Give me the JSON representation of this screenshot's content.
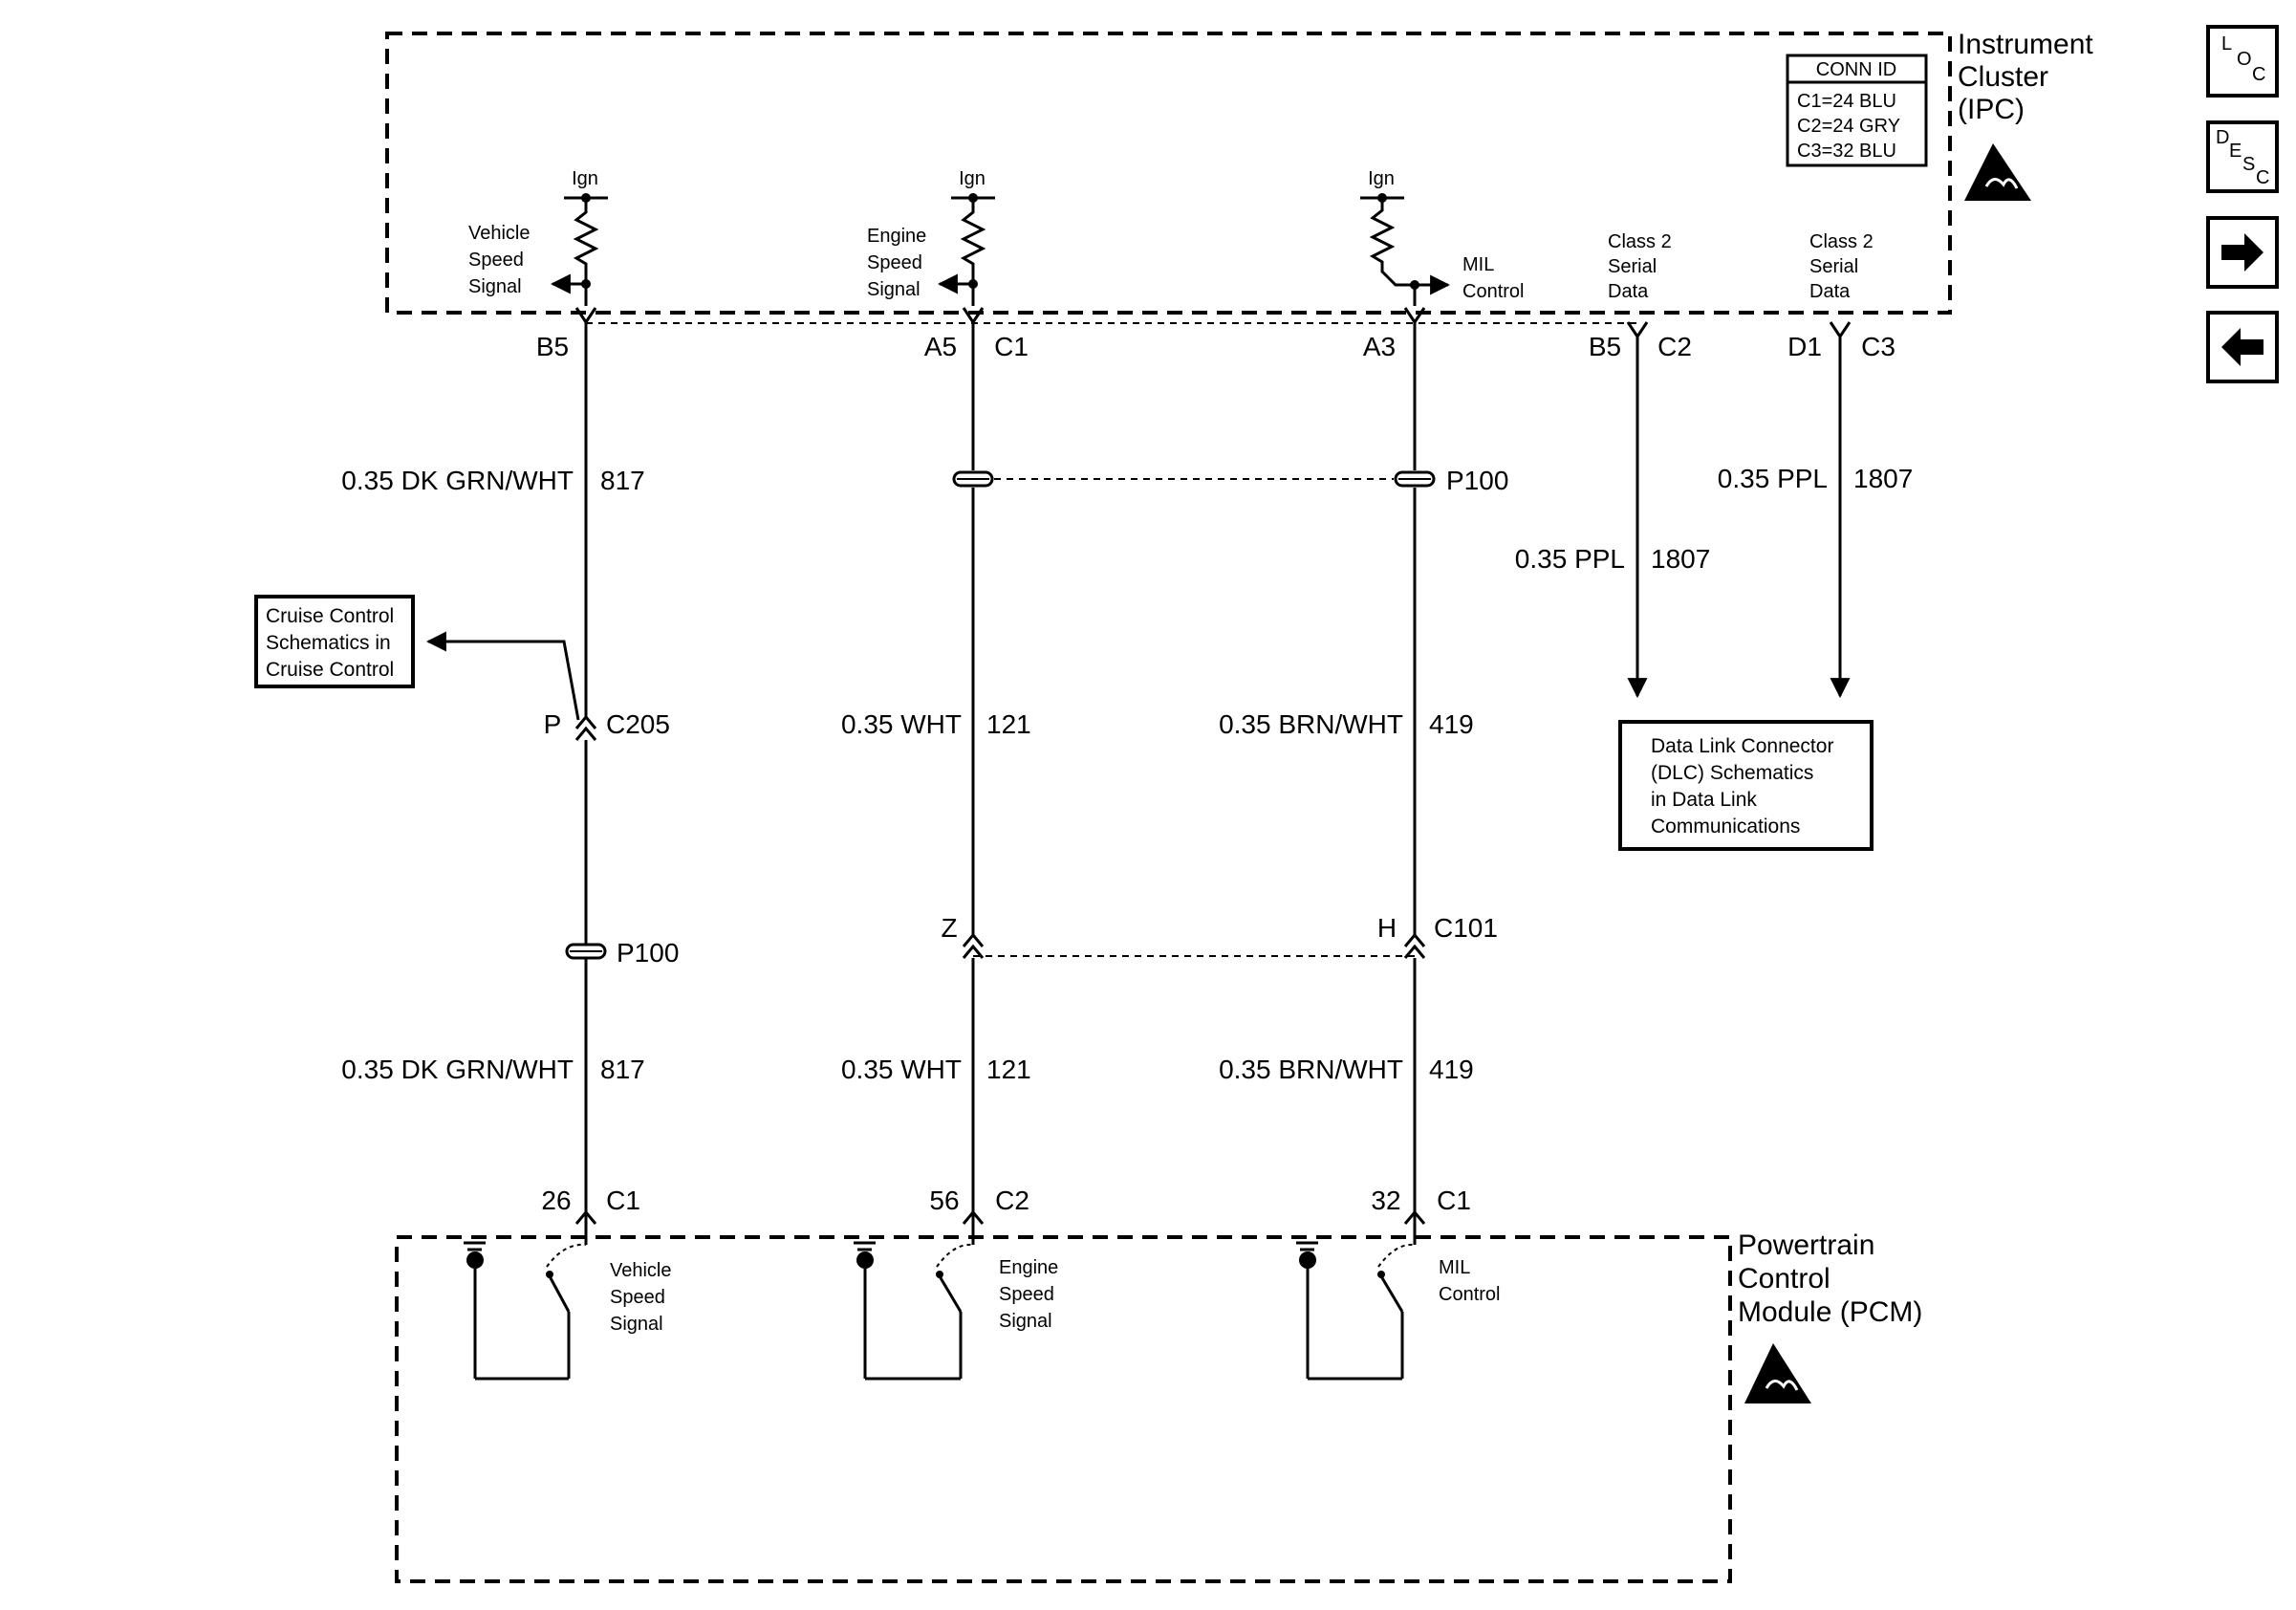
{
  "modules": {
    "ipc": {
      "name_lines": [
        "Instrument",
        "Cluster",
        "(IPC)"
      ]
    },
    "pcm": {
      "name_lines": [
        "Powertrain",
        "Control",
        "Module (PCM)"
      ]
    }
  },
  "conn_id": {
    "title": "CONN ID",
    "lines": [
      "C1=24 BLU",
      "C2=24 GRY",
      "C3=32 BLU"
    ]
  },
  "nav": {
    "loc": {
      "letters": [
        "L",
        "O",
        "C"
      ]
    },
    "desc": {
      "letters": [
        "D",
        "E",
        "S",
        "C"
      ]
    },
    "forward_icon": "arrow-right-icon",
    "back_icon": "arrow-left-icon"
  },
  "ipc_circuits": [
    {
      "ign": "Ign",
      "signal_lines": [
        "Vehicle",
        "Speed",
        "Signal"
      ]
    },
    {
      "ign": "Ign",
      "signal_lines": [
        "Engine",
        "Speed",
        "Signal"
      ]
    },
    {
      "ign": "Ign",
      "signal_lines": [
        "MIL",
        "Control"
      ]
    },
    {
      "signal_lines": [
        "Class 2",
        "Serial",
        "Data"
      ]
    },
    {
      "signal_lines": [
        "Class 2",
        "Serial",
        "Data"
      ]
    }
  ],
  "ipc_pins": [
    {
      "pin": "B5",
      "conn": ""
    },
    {
      "pin": "A5",
      "conn": "C1"
    },
    {
      "pin": "A3",
      "conn": ""
    },
    {
      "pin": "B5",
      "conn": "C2"
    },
    {
      "pin": "D1",
      "conn": "C3"
    }
  ],
  "wires_upper": [
    {
      "gauge_color": "0.35 DK GRN/WHT",
      "circuit": "817"
    },
    {
      "gauge_color": "0.35 WHT",
      "circuit": "121"
    },
    {
      "gauge_color": "0.35 BRN/WHT",
      "circuit": "419"
    },
    {
      "gauge_color": "0.35 PPL",
      "circuit": "1807"
    },
    {
      "gauge_color": "0.35 PPL",
      "circuit": "1807"
    }
  ],
  "wires_lower": [
    {
      "gauge_color": "0.35 DK GRN/WHT",
      "circuit": "817"
    },
    {
      "gauge_color": "0.35 WHT",
      "circuit": "121"
    },
    {
      "gauge_color": "0.35 BRN/WHT",
      "circuit": "419"
    }
  ],
  "splices": {
    "upper": "P100",
    "lower": "P100"
  },
  "c205": {
    "pin": "P",
    "conn": "C205"
  },
  "c101": {
    "pin_left": "Z",
    "pin_right": "H",
    "conn": "C101"
  },
  "cruise_box": {
    "lines": [
      "Cruise Control",
      "Schematics in",
      "Cruise Control"
    ]
  },
  "dlc_box": {
    "lines": [
      "Data Link Connector",
      "(DLC) Schematics",
      "in Data Link",
      "Communications"
    ]
  },
  "pcm_pins": [
    {
      "pin": "26",
      "conn": "C1"
    },
    {
      "pin": "56",
      "conn": "C2"
    },
    {
      "pin": "32",
      "conn": "C1"
    }
  ],
  "pcm_circuits": [
    {
      "signal_lines": [
        "Vehicle",
        "Speed",
        "Signal"
      ]
    },
    {
      "signal_lines": [
        "Engine",
        "Speed",
        "Signal"
      ]
    },
    {
      "signal_lines": [
        "MIL",
        "Control"
      ]
    }
  ]
}
